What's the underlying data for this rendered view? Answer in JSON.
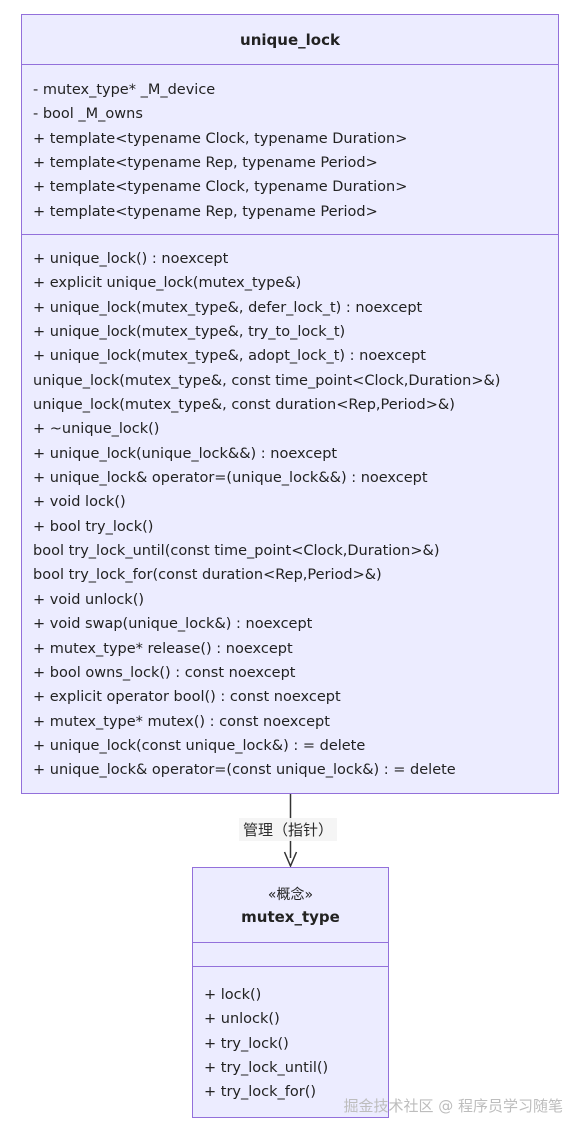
{
  "main_class": {
    "name": "unique_lock",
    "attributes": [
      "- mutex_type* _M_device",
      "- bool _M_owns",
      "+ template<typename Clock, typename Duration>",
      "+ template<typename Rep, typename Period>",
      "+ template<typename Clock, typename Duration>",
      "+ template<typename Rep, typename Period>"
    ],
    "methods": [
      "+ unique_lock() : noexcept",
      "+ explicit unique_lock(mutex_type&)",
      "+ unique_lock(mutex_type&, defer_lock_t) : noexcept",
      "+ unique_lock(mutex_type&, try_to_lock_t)",
      "+ unique_lock(mutex_type&, adopt_lock_t) : noexcept",
      "unique_lock(mutex_type&, const time_point<Clock,Duration>&)",
      "unique_lock(mutex_type&, const duration<Rep,Period>&)",
      "+ ~unique_lock()",
      "+ unique_lock(unique_lock&&) : noexcept",
      "+ unique_lock& operator=(unique_lock&&) : noexcept",
      "+ void lock()",
      "+ bool try_lock()",
      "bool try_lock_until(const time_point<Clock,Duration>&)",
      "bool try_lock_for(const duration<Rep,Period>&)",
      "+ void unlock()",
      "+ void swap(unique_lock&) : noexcept",
      "+ mutex_type* release() : noexcept",
      "+ bool owns_lock() : const noexcept",
      "+ explicit operator bool() : const noexcept",
      "+ mutex_type* mutex() : const noexcept",
      "+ unique_lock(const unique_lock&) : = delete",
      "+ unique_lock& operator=(const unique_lock&) : = delete"
    ]
  },
  "relation": {
    "label": "管理（指针）"
  },
  "target_class": {
    "stereotype": "«概念»",
    "name": "mutex_type",
    "attributes": [],
    "methods": [
      "+ lock()",
      "+ unlock()",
      "+ try_lock()",
      "+ try_lock_until()",
      "+ try_lock_for()"
    ]
  },
  "watermark": "掘金技术社区 @ 程序员学习随笔",
  "colors": {
    "box_fill": "#ececff",
    "box_border": "#9370db",
    "edge": "#333333"
  }
}
